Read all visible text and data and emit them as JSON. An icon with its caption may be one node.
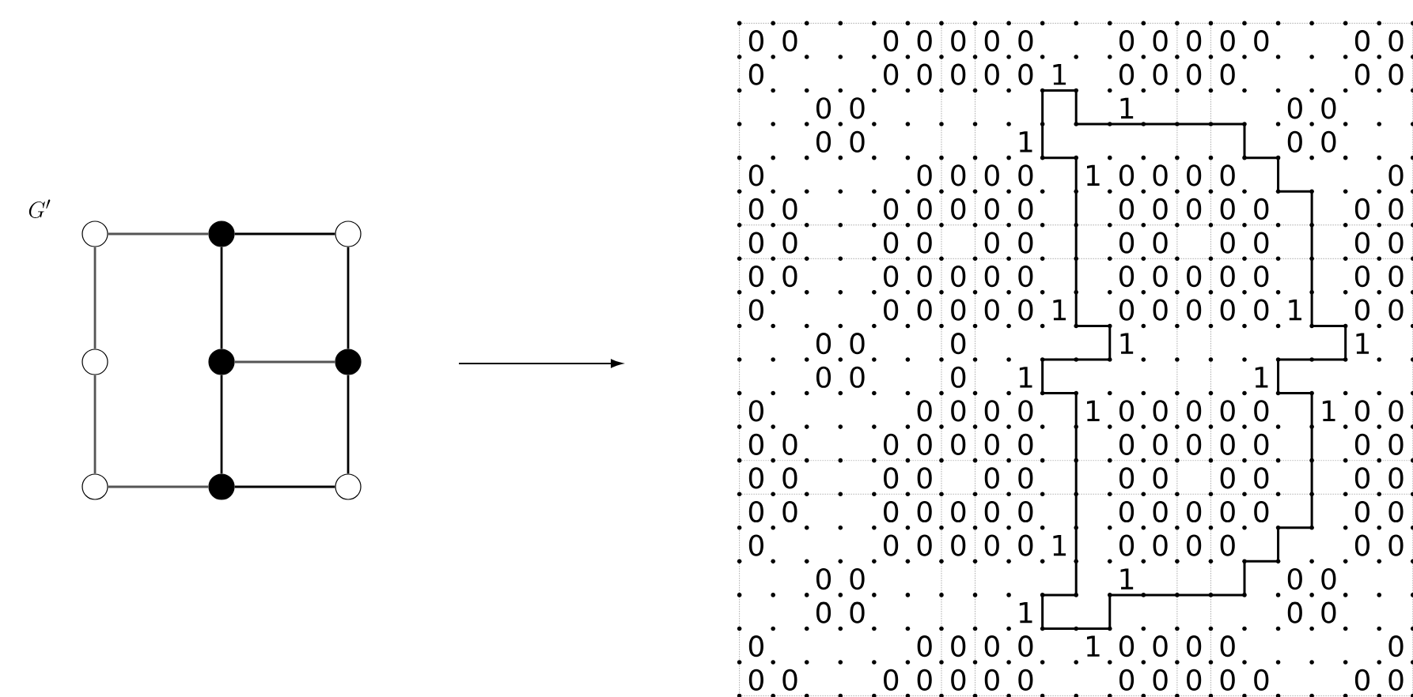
{
  "diagram": {
    "nodes": [
      {
        "text": [],
        "shape": "circle"
      },
      {
        "text": [],
        "shape": "circle"
      },
      {
        "text": [],
        "shape": "circle"
      },
      {
        "text": [],
        "shape": "circle"
      },
      {
        "text": [],
        "shape": "circle"
      },
      {
        "text": [],
        "shape": "circle"
      },
      {
        "text": [],
        "shape": "circle"
      },
      {
        "text": [],
        "shape": "circle"
      },
      {
        "text": [],
        "shape": "circle"
      }
    ],
    "edges": [
      {
        "from": 0,
        "to": 1,
        "arrow": "none",
        "color": "#555555"
      },
      {
        "from": 1,
        "to": 2,
        "arrow": "none"
      },
      {
        "from": 0,
        "to": 3,
        "arrow": "none",
        "color": "#555555"
      },
      {
        "from": 1,
        "to": 4,
        "arrow": "none"
      },
      {
        "from": 2,
        "to": 5,
        "arrow": "none"
      },
      {
        "from": 4,
        "to": 5,
        "arrow": "none",
        "color": "#555555"
      },
      {
        "from": 3,
        "to": 6,
        "arrow": "none",
        "color": "#555555"
      },
      {
        "from": 4,
        "to": 7,
        "arrow": "none"
      },
      {
        "from": 5,
        "to": 8,
        "arrow": "none"
      },
      {
        "from": 6,
        "to": 7,
        "arrow": "none",
        "color": "#555555"
      },
      {
        "from": 7,
        "to": 8,
        "arrow": "none"
      }
    ],
    "labels": [
      "G'",
      "0",
      "0",
      "0",
      "0",
      "0",
      "0",
      "0",
      "0",
      "0",
      "0",
      "0",
      "0",
      "0",
      "0",
      "0",
      "0",
      "0",
      "0",
      "0",
      "0",
      "1",
      "0",
      "0",
      "0",
      "0",
      "0",
      "0",
      "0",
      "0",
      "1",
      "0",
      "0",
      "0",
      "0",
      "1",
      "0",
      "0",
      "0",
      "0",
      "0",
      "0",
      "0",
      "1",
      "0",
      "0",
      "0",
      "0",
      "0",
      "0",
      "0",
      "0",
      "0",
      "0",
      "0",
      "0",
      "0",
      "0",
      "0",
      "0",
      "0",
      "0",
      "0",
      "0",
      "0",
      "0",
      "0",
      "0",
      "0",
      "0",
      "0",
      "0",
      "0",
      "0",
      "0",
      "0",
      "0",
      "0",
      "0",
      "0",
      "0",
      "0",
      "0",
      "0",
      "0",
      "0",
      "0",
      "0",
      "0",
      "0",
      "0",
      "0",
      "0",
      "0",
      "0",
      "1",
      "0",
      "0",
      "0",
      "0",
      "0",
      "1",
      "0",
      "0",
      "0",
      "0",
      "0",
      "1",
      "1",
      "0",
      "0",
      "0",
      "1",
      "1",
      "0",
      "0",
      "0",
      "0",
      "0",
      "1",
      "0",
      "0",
      "0",
      "0",
      "0",
      "1",
      "0",
      "0",
      "0",
      "0",
      "0",
      "0",
      "0",
      "0",
      "0",
      "0",
      "0",
      "0",
      "0",
      "0",
      "0",
      "0",
      "0",
      "0",
      "0",
      "0",
      "0",
      "0",
      "0",
      "0",
      "0",
      "0",
      "0",
      "0",
      "0",
      "0",
      "0",
      "0",
      "0",
      "0",
      "0",
      "0",
      "0",
      "0",
      "0",
      "0",
      "0",
      "0",
      "0",
      "0",
      "0",
      "0",
      "0",
      "0",
      "1",
      "0",
      "0",
      "0",
      "0",
      "0",
      "0",
      "0",
      "0",
      "1",
      "0",
      "0",
      "0",
      "0",
      "1",
      "0",
      "0",
      "0",
      "0",
      "0",
      "0",
      "0",
      "1",
      "0",
      "0",
      "0",
      "0",
      "0",
      "0",
      "0",
      "0",
      "0",
      "0",
      "0",
      "0",
      "0",
      "0",
      "0",
      "0",
      "0",
      "0",
      "0"
    ]
  }
}
